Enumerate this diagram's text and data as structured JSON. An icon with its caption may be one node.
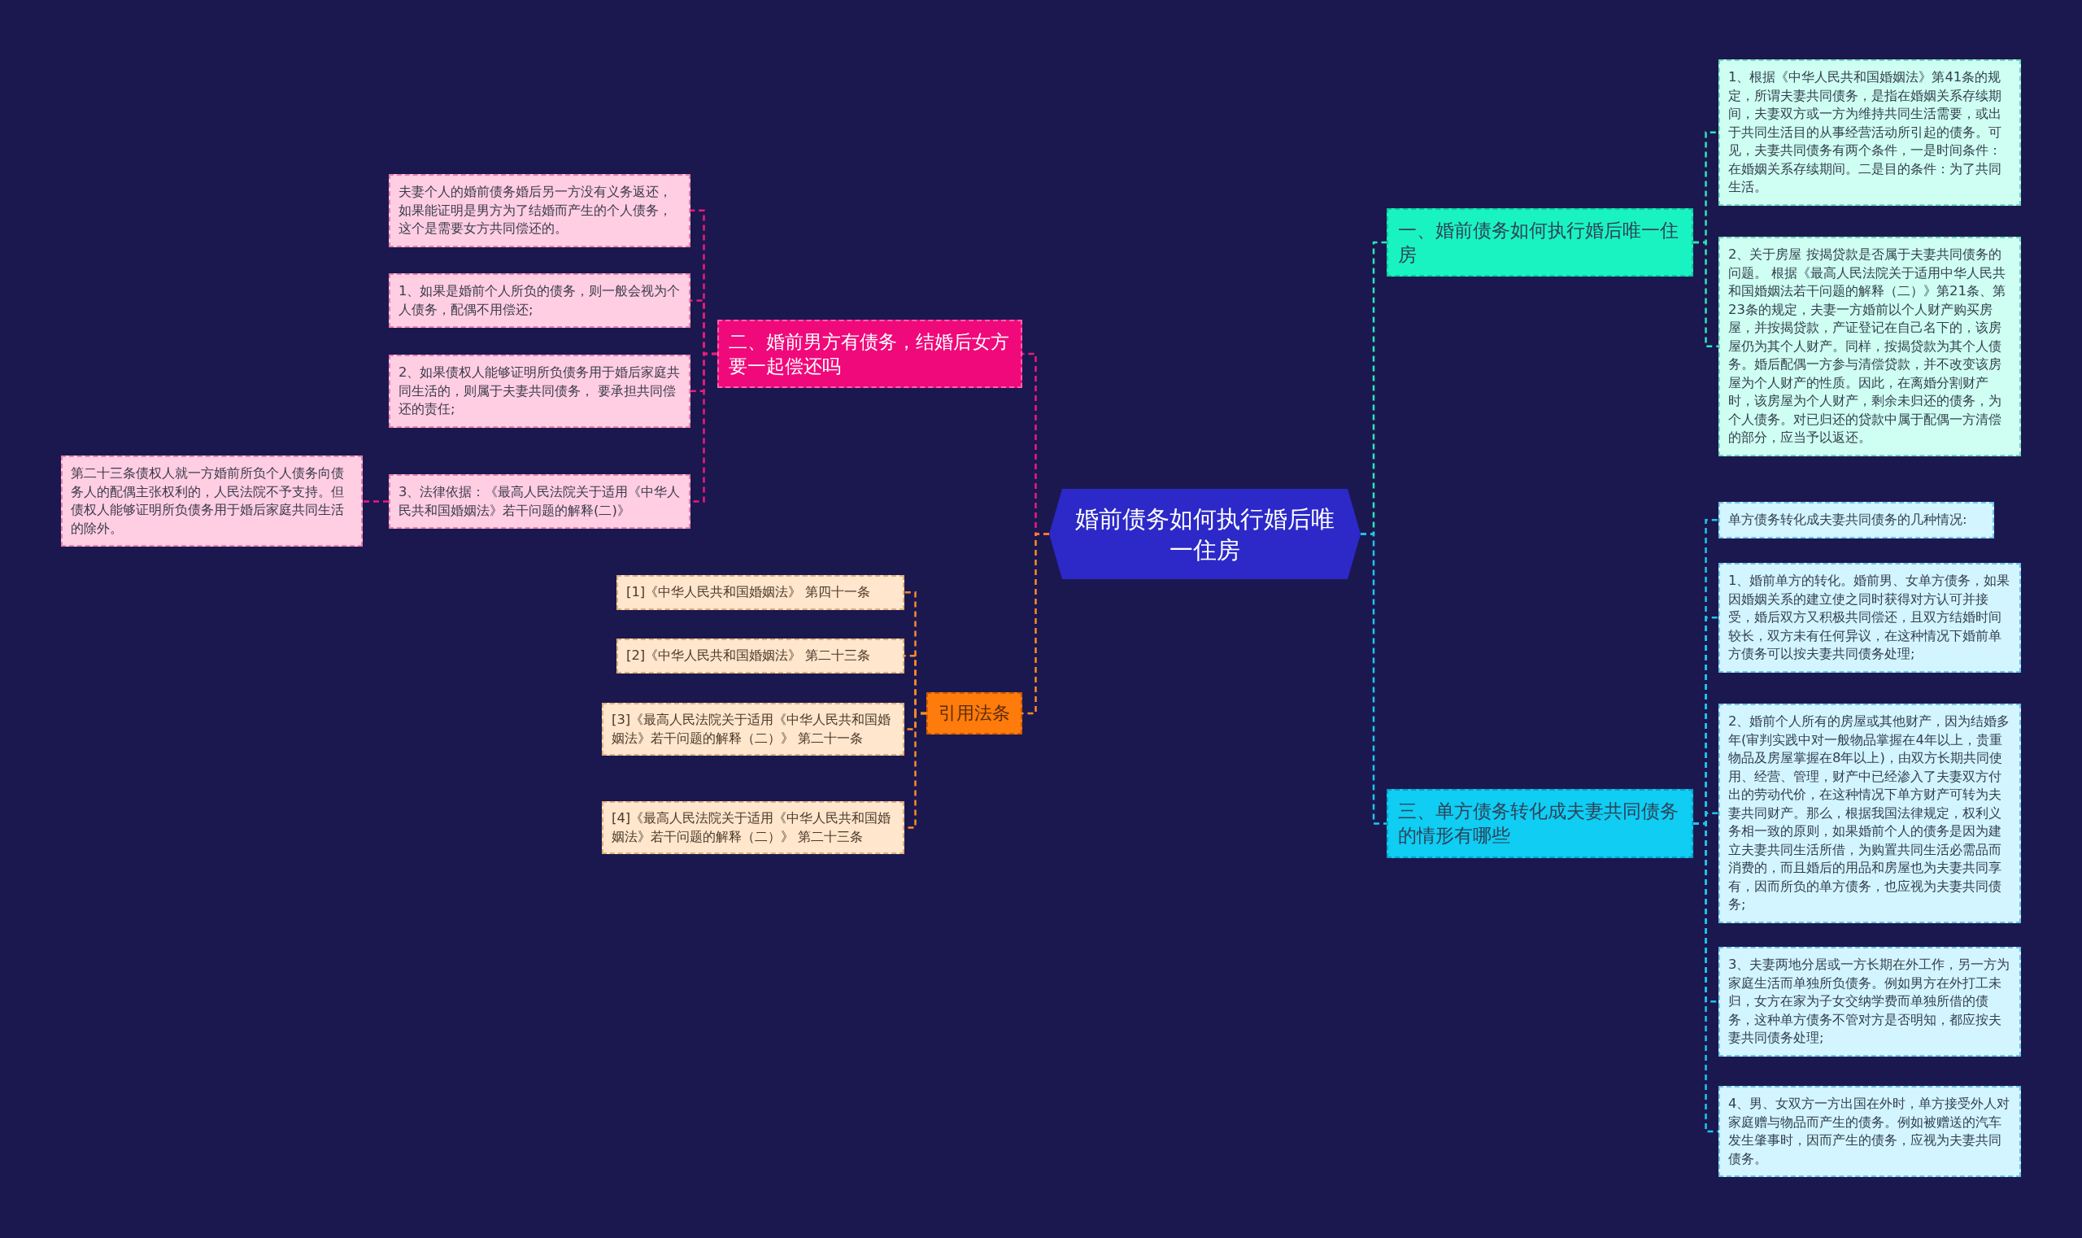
{
  "diagram": {
    "nodes": [
      {
        "text": [
          "婚前债务如何执行婚后唯一住房"
        ]
      },
      {
        "text": [
          "二、婚前男方有债务，结婚后女方要一起偿还吗"
        ]
      },
      {
        "text": [
          "夫妻个人的婚前债务婚后另一方没有义务返还，如果能证明是男方为了结婚而产生的个人债务，这个是需要女方共同偿还的。"
        ]
      },
      {
        "text": [
          "1、如果是婚前个人所负的债务，则一般会视为个人债务，配偶不用偿还;"
        ]
      },
      {
        "text": [
          "2、如果债权人能够证明所负债务用于婚后家庭共同生活的，则属于夫妻共同债务， 要承担共同偿还的责任;"
        ]
      },
      {
        "text": [
          "3、法律依据：《最高人民法院关于适用《中华人民共和国婚姻法》若干问题的解释(二)》"
        ]
      },
      {
        "text": [
          "第二十三条债权人就一方婚前所负个人债务向债务人的配偶主张权利的，人民法院不予支持。但债权人能够证明所负债务用于婚后家庭共同生活的除外。"
        ]
      },
      {
        "text": [
          "引用法条"
        ]
      },
      {
        "text": [
          "[1]《中华人民共和国婚姻法》 第四十一条"
        ]
      },
      {
        "text": [
          "[2]《中华人民共和国婚姻法》 第二十三条"
        ]
      },
      {
        "text": [
          "[3]《最高人民法院关于适用《中华人民共和国婚姻法》若干问题的解释（二）》 第二十一条"
        ]
      },
      {
        "text": [
          "[4]《最高人民法院关于适用《中华人民共和国婚姻法》若干问题的解释（二）》 第二十三条"
        ]
      },
      {
        "text": [
          "一、婚前债务如何执行婚后唯一住房"
        ]
      },
      {
        "text": [
          "1、根据《中华人民共和国婚姻法》第41条的规定，所谓夫妻共同债务，是指在婚姻关系存续期间，夫妻双方或一方为维持共同生活需要，或出于共同生活目的从事经营活动所引起的债务。可见，夫妻共同债务有两个条件，一是时间条件：在婚姻关系存续期间。二是目的条件：为了共同生活。"
        ]
      },
      {
        "text": [
          "2、关于房屋 按揭贷款是否属于夫妻共同债务的问题。 根据《最高人民法院关于适用中华人民共和国婚姻法若干问题的解释（二）》第21条、第23条的规定，夫妻一方婚前以个人财产购买房屋，并按揭贷款，产证登记在自己名下的，该房屋仍为其个人财产。同样，按揭贷款为其个人债务。婚后配偶一方参与清偿贷款，并不改变该房屋为个人财产的性质。因此，在离婚分割财产时，该房屋为个人财产，剩余未归还的债务，为个人债务。对已归还的贷款中属于配偶一方清偿的部分，应当予以返还。"
        ]
      },
      {
        "text": [
          "三、单方债务转化成夫妻共同债务的情形有哪些"
        ]
      },
      {
        "text": [
          "单方债务转化成夫妻共同债务的几种情况:"
        ]
      },
      {
        "text": [
          "1、婚前单方的转化。婚前男、女单方债务，如果因婚姻关系的建立使之同时获得对方认可并接受，婚后双方又积极共同偿还，且双方结婚时间较长，双方未有任何异议，在这种情况下婚前单方债务可以按夫妻共同债务处理;"
        ]
      },
      {
        "text": [
          "2、婚前个人所有的房屋或其他财产，因为结婚多年(审判实践中对一般物品掌握在4年以上，贵重物品及房屋掌握在8年以上)，由双方长期共同使用、经营、管理，财产中已经渗入了夫妻双方付出的劳动代价，在这种情况下单方财产可转为夫妻共同财产。那么，根据我国法律规定，权利义务相一致的原则，如果婚前个人的债务是因为建立夫妻共同生活所借，为购置共同生活必需品而消费的，而且婚后的用品和房屋也为夫妻共同享有，因而所负的单方债务，也应视为夫妻共同债务;"
        ]
      },
      {
        "text": [
          "3、夫妻两地分居或一方长期在外工作，另一方为家庭生活而单独所负债务。例如男方在外打工未归，女方在家为子女交纳学费而单独所借的债务，这种单方债务不管对方是否明知，都应按夫妻共同债务处理;"
        ]
      },
      {
        "text": [
          "4、男、女双方一方出国在外时，单方接受外人对家庭赠与物品而产生的债务。例如被赠送的汽车发生肇事时，因而产生的债务，应视为夫妻共同债务。"
        ]
      }
    ],
    "edges": [
      {
        "from": 0,
        "to": 1,
        "arrow": "none",
        "style": "dashed",
        "color": "#f0197e"
      },
      {
        "from": 1,
        "to": 2,
        "arrow": "none",
        "style": "dashed",
        "color": "#f0197e"
      },
      {
        "from": 1,
        "to": 3,
        "arrow": "none",
        "style": "dashed",
        "color": "#f0197e"
      },
      {
        "from": 1,
        "to": 4,
        "arrow": "none",
        "style": "dashed",
        "color": "#f0197e"
      },
      {
        "from": 1,
        "to": 5,
        "arrow": "none",
        "style": "dashed",
        "color": "#f0197e"
      },
      {
        "from": 5,
        "to": 6,
        "arrow": "none",
        "style": "dashed",
        "color": "#f0197e"
      },
      {
        "from": 0,
        "to": 7,
        "arrow": "none",
        "style": "dashed",
        "color": "#ff8a24"
      },
      {
        "from": 7,
        "to": 8,
        "arrow": "none",
        "style": "dashed",
        "color": "#ff8a24"
      },
      {
        "from": 7,
        "to": 9,
        "arrow": "none",
        "style": "dashed",
        "color": "#ff8a24"
      },
      {
        "from": 7,
        "to": 10,
        "arrow": "none",
        "style": "dashed",
        "color": "#ff8a24"
      },
      {
        "from": 7,
        "to": 11,
        "arrow": "none",
        "style": "dashed",
        "color": "#ff8a24"
      },
      {
        "from": 0,
        "to": 12,
        "arrow": "none",
        "style": "dashed",
        "color": "#2ee6b8"
      },
      {
        "from": 12,
        "to": 13,
        "arrow": "none",
        "style": "dashed",
        "color": "#2ee6b8"
      },
      {
        "from": 12,
        "to": 14,
        "arrow": "none",
        "style": "dashed",
        "color": "#2ee6b8"
      },
      {
        "from": 0,
        "to": 15,
        "arrow": "none",
        "style": "dashed",
        "color": "#1fc6ec"
      },
      {
        "from": 15,
        "to": 16,
        "arrow": "none",
        "style": "dashed",
        "color": "#1fc6ec"
      },
      {
        "from": 15,
        "to": 17,
        "arrow": "none",
        "style": "dashed",
        "color": "#1fc6ec"
      },
      {
        "from": 15,
        "to": 18,
        "arrow": "none",
        "style": "dashed",
        "color": "#1fc6ec"
      },
      {
        "from": 15,
        "to": 19,
        "arrow": "none",
        "style": "dashed",
        "color": "#1fc6ec"
      },
      {
        "from": 15,
        "to": 20,
        "arrow": "none",
        "style": "dashed",
        "color": "#1fc6ec"
      }
    ]
  }
}
